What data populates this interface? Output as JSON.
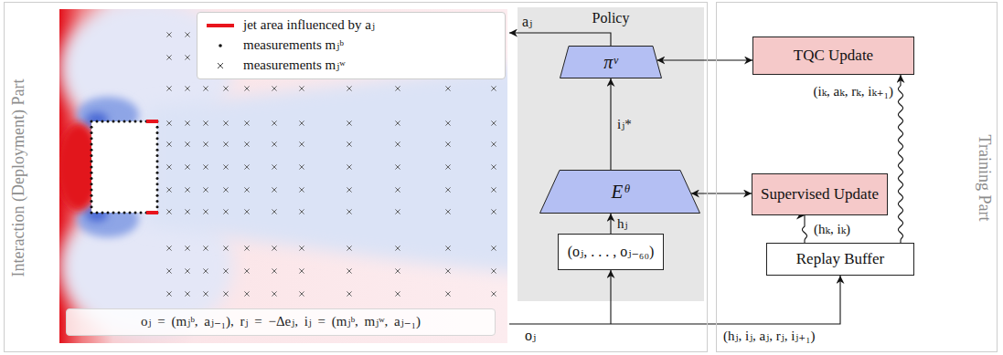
{
  "diagram": {
    "nodes": [
      {
        "text": [
          "Interaction (Deployment) Part"
        ]
      },
      {
        "text": [
          "Policy"
        ],
        "in": 0
      },
      {
        "text": [
          "πᵛ"
        ],
        "in": 1
      },
      {
        "text": [
          "Eᶿ"
        ],
        "in": 1
      },
      {
        "text": [
          "(oⱼ, . . . , oⱼ₋₆₀)"
        ],
        "in": 1
      },
      {
        "text": [
          "oⱼ = (mⱼᵇ, aⱼ₋₁), rⱼ = −Δeⱼ, iⱼ = (mⱼᵇ, mⱼʷ, aⱼ₋₁)"
        ],
        "in": 0
      },
      {
        "text": [
          "Training Part"
        ]
      },
      {
        "text": [
          "TQC Update"
        ],
        "in": 6
      },
      {
        "text": [
          "Supervised Update"
        ],
        "in": 6
      },
      {
        "text": [
          "Replay Buffer"
        ],
        "in": 6
      }
    ],
    "edges": [
      {
        "from": 4,
        "to": 3,
        "arrow": "to",
        "label": "hⱼ"
      },
      {
        "from": 3,
        "to": 2,
        "arrow": "to",
        "label": "iⱼ*"
      },
      {
        "from": 2,
        "to": 7,
        "arrow": "both"
      },
      {
        "from": 3,
        "to": 8,
        "arrow": "both"
      },
      {
        "from": 9,
        "to": 8,
        "arrow": "to",
        "label": "(hₖ, iₖ)"
      },
      {
        "from": 9,
        "to": 7,
        "arrow": "to",
        "label": "(iₖ, aₖ, rₖ, iₖ₊₁)"
      },
      {
        "from": 0,
        "to": 9,
        "arrow": "to",
        "label": "(hⱼ, iⱼ, aⱼ, rⱼ, iⱼ₊₁)"
      }
    ],
    "labels": [
      "aⱼ",
      "oⱼ"
    ],
    "legend": [
      {
        "text": "jet area influenced by aⱼ",
        "color": "#e8141c"
      },
      {
        "text": "measurements mⱼᵇ"
      },
      {
        "text": "measurements mⱼʷ"
      }
    ]
  }
}
